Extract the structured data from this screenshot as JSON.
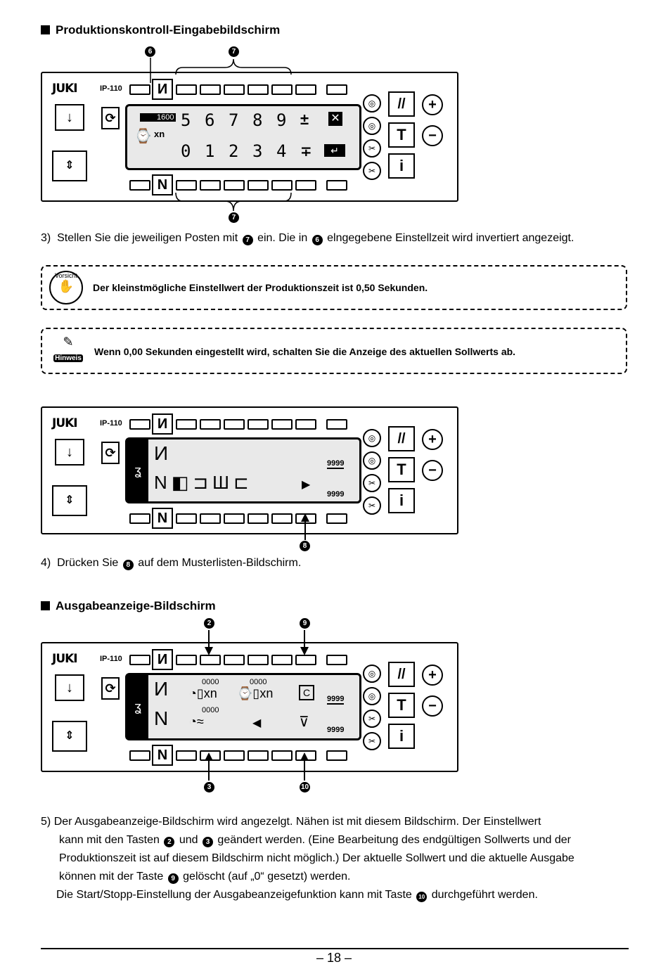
{
  "section1": {
    "title": "Produktionskontroll-Eingabebildschirm"
  },
  "panel": {
    "brand": "JUKI",
    "model": "IP-110",
    "top_key_label": "И",
    "bottom_key_label": "N",
    "side_keys": [
      "↓",
      "T",
      "i"
    ]
  },
  "screen1": {
    "inverted_value": "1600",
    "digits_top": [
      "5",
      "6",
      "7",
      "8",
      "9"
    ],
    "digits_bottom": [
      "0",
      "1",
      "2",
      "3",
      "4"
    ]
  },
  "annotations1": {
    "top_left": "6",
    "top_group": "7",
    "bottom_group": "7"
  },
  "step3": {
    "num": "3)",
    "text_a": "Stellen Sie die jeweiligen Posten mit",
    "mark_a": "7",
    "text_b": "ein. Die in",
    "mark_b": "6",
    "text_c": "elngegebene Einstellzeit wird invertiert angezeigt."
  },
  "caution": {
    "icon_label": "Vorsicht",
    "text": "Der kleinstmögliche Einstellwert der Produktionszeit ist 0,50 Sekunden."
  },
  "hint": {
    "icon_label": "Hinweis",
    "text": "Wenn 0,00 Sekunden eingestellt wird, schalten Sie die Anzeige des aktuellen Sollwerts ab."
  },
  "screen2": {
    "counter_top": "9999",
    "counter_bottom": "9999",
    "annotation": "8"
  },
  "step4": {
    "num": "4)",
    "text_a": "Drücken Sie",
    "mark": "8",
    "text_b": "auf dem Musterlisten-Bildschirm."
  },
  "section2": {
    "title": "Ausgabeanzeige-Bildschirm"
  },
  "screen3": {
    "val1": "0000",
    "val2": "0000",
    "val3": "0000",
    "clear_label": "C",
    "counter_top": "9999",
    "counter_bottom": "9999",
    "ann_top_left": "2",
    "ann_top_right": "9",
    "ann_bottom_left": "3",
    "ann_bottom_right": "10"
  },
  "step5": {
    "num": "5)",
    "line1": "Der Ausgabeanzeige-Bildschirm wird angezelgt. Nähen ist mit diesem Bildschirm. Der Einstellwert",
    "line2_a": "kann mit den Tasten",
    "m2": "2",
    "line2_b": "und",
    "m3": "3",
    "line2_c": "geändert werden. (Eine Bearbeitung des endgültigen Sollwerts und der",
    "line3": "Produktionszeit ist auf diesem Bildschirm nicht möglich.) Der aktuelle Sollwert und die aktuelle Ausgabe",
    "line4_a": "können mit der Taste",
    "m9": "9",
    "line4_b": "gelöscht (auf „0“ gesetzt) werden.",
    "line5_a": "Die Start/Stopp-Einstellung der Ausgabeanzeigefunktion kann mit Taste",
    "m10": "10",
    "line5_b": "durchgeführt werden."
  },
  "footer": {
    "page": "– 18 –"
  }
}
